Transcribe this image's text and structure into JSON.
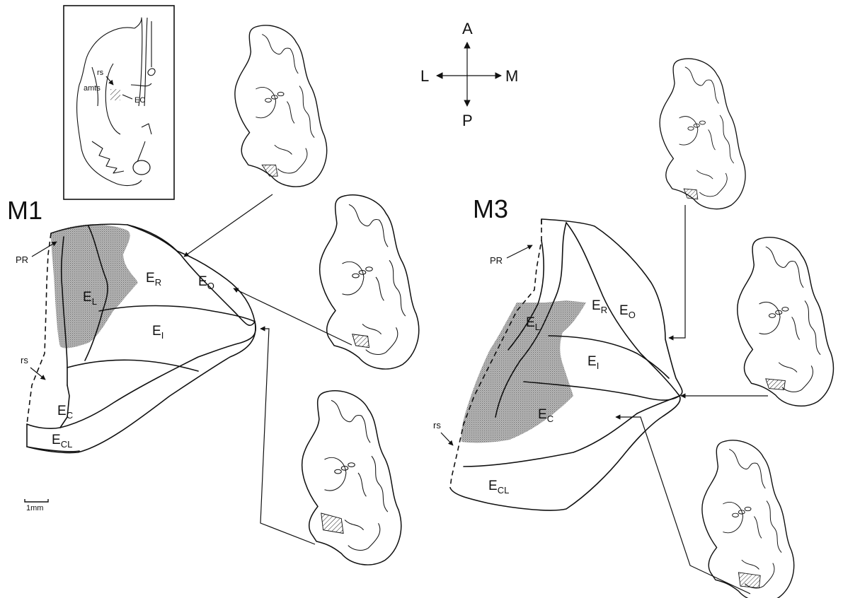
{
  "inset": {
    "label_rs": "rs",
    "label_amts": "amts",
    "label_ec": "EC"
  },
  "compass": {
    "anterior": "A",
    "posterior": "P",
    "lateral": "L",
    "medial": "M"
  },
  "scale_bar": {
    "label": "1mm"
  },
  "panels": [
    {
      "id": "M1",
      "title": "M1",
      "labels": {
        "pr": "PR",
        "rs": "rs"
      },
      "regions": [
        {
          "base": "E",
          "sub": "L"
        },
        {
          "base": "E",
          "sub": "R"
        },
        {
          "base": "E",
          "sub": "O"
        },
        {
          "base": "E",
          "sub": "I"
        },
        {
          "base": "E",
          "sub": "C"
        },
        {
          "base": "E",
          "sub": "CL"
        }
      ]
    },
    {
      "id": "M3",
      "title": "M3",
      "labels": {
        "pr": "PR",
        "rs": "rs"
      },
      "regions": [
        {
          "base": "E",
          "sub": "L"
        },
        {
          "base": "E",
          "sub": "R"
        },
        {
          "base": "E",
          "sub": "O"
        },
        {
          "base": "E",
          "sub": "I"
        },
        {
          "base": "E",
          "sub": "C"
        },
        {
          "base": "E",
          "sub": "CL"
        }
      ]
    }
  ]
}
